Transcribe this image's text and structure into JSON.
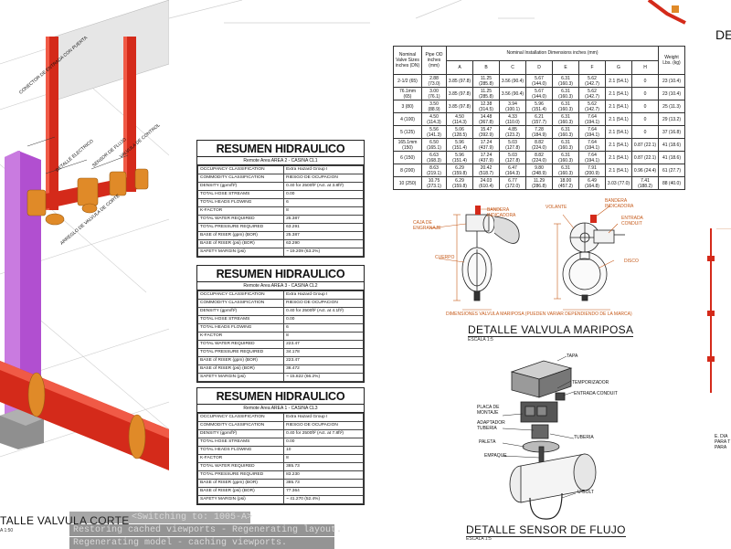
{
  "window_title": "DE",
  "left_view": {
    "heading": "TALLE VALVULA CORTE",
    "scale": "A 1:50",
    "annotations": [
      "CONECTOR DE ENTRADA CON PUERTA",
      "DETALLE ELECTRICO",
      "SENSOR DE FLUJO",
      "VALVULA DE CONTROL",
      "ARREGLO DE VALVULA DE CORTE"
    ]
  },
  "summaries": [
    {
      "title": "RESUMEN HIDRAULICO",
      "subtitle": "Remote Area AREA 2 - CASINA CL1",
      "rows": [
        [
          "OCCUPANCY CLASSIFICATION",
          "Extra Hazard Group I"
        ],
        [
          "COMMODITY CLASSIFICATION",
          "RIESGO DE OCUPACION"
        ],
        [
          "DENSITY (gpm/ft²)",
          "0.40 for 2500ft² (Act. at 3.8ft²)"
        ],
        [
          "TOTAL HOSE STREAMS",
          "0.00"
        ],
        [
          "TOTAL HEADS FLOWING",
          "6"
        ],
        [
          "K-FACTOR",
          "8"
        ],
        [
          "TOTAL WATER REQUIRED",
          "25.387"
        ],
        [
          "TOTAL PRESSURE REQUIRED",
          "63.291"
        ],
        [
          "BASE of RISER (gpm) (BOR)",
          "25.387"
        ],
        [
          "BASE of RISER (psi) (BOR)",
          "63.290"
        ],
        [
          "SAFETY MARGIN (psi)",
          "~ 19.209 (63.2%)"
        ]
      ]
    },
    {
      "title": "RESUMEN HIDRAULICO",
      "subtitle": "Remote Area AREA 3 - CASINA CL2",
      "rows": [
        [
          "OCCUPANCY CLASSIFICATION",
          "Extra Hazard Group I"
        ],
        [
          "COMMODITY CLASSIFICATION",
          "RIESGO DE OCUPACION"
        ],
        [
          "DENSITY (gpm/ft²)",
          "0.40 for 2500ft² (Act. at 4.1ft²)"
        ],
        [
          "TOTAL HOSE STREAMS",
          "0.00"
        ],
        [
          "TOTAL HEADS FLOWING",
          "6"
        ],
        [
          "K-FACTOR",
          "8"
        ],
        [
          "TOTAL WATER REQUIRED",
          "223.47"
        ],
        [
          "TOTAL PRESSURE REQUIRED",
          "34.178"
        ],
        [
          "BASE of RISER (gpm) (BOR)",
          "223.47"
        ],
        [
          "BASE of RISER (psi) (BOR)",
          "36.472"
        ],
        [
          "SAFETY MARGIN (psi)",
          "~ 15.822 (66.2%)"
        ]
      ]
    },
    {
      "title": "RESUMEN HIDRAULICO",
      "subtitle": "Remote Area AREA 1 - CASINA CL3",
      "rows": [
        [
          "OCCUPANCY CLASSIFICATION",
          "Extra Hazard Group I"
        ],
        [
          "COMMODITY CLASSIFICATION",
          "RIESGO DE OCUPACION"
        ],
        [
          "DENSITY (gpm/ft²)",
          "0.40 for 2500ft² (Act. at 7.8ft²)"
        ],
        [
          "TOTAL HOSE STREAMS",
          "0.00"
        ],
        [
          "TOTAL HEADS FLOWING",
          "10"
        ],
        [
          "K-FACTOR",
          "8"
        ],
        [
          "TOTAL WATER REQUIRED",
          "385.73"
        ],
        [
          "TOTAL PRESSURE REQUIRED",
          "83.230"
        ],
        [
          "BASE of RISER (gpm) (BOR)",
          "385.73"
        ],
        [
          "BASE of RISER (psi) (BOR)",
          "77.364"
        ],
        [
          "SAFETY MARGIN (psi)",
          "~ 41.270 (52.4%)"
        ]
      ]
    }
  ],
  "dimension_table": {
    "caption": "Nominal Installation Dimensions inches (mm)",
    "col_size": "Nominal Valve Sizes inches (DN)",
    "col_od": "Pipe OD inches (mm)",
    "col_weight": "Weight Lbs. (kg)",
    "letters": [
      "A",
      "B",
      "C",
      "D",
      "E",
      "F",
      "G",
      "H"
    ],
    "rows": [
      [
        "2-1/2 (65)",
        "2.88 (73.0)",
        "3.85 (97.8)",
        "11.25 (285.8)",
        "3.56 (90.4)",
        "5.67 (144.0)",
        "6.31 (160.3)",
        "5.62 (142.7)",
        "2.1 (54.1)",
        "0",
        "23 (10.4)"
      ],
      [
        "76.1mm (65)",
        "3.00 (76.1)",
        "3.85 (97.8)",
        "11.25 (285.8)",
        "3.56 (90.4)",
        "5.67 (144.0)",
        "6.31 (160.3)",
        "5.62 (142.7)",
        "2.1 (54.1)",
        "0",
        "23 (10.4)"
      ],
      [
        "3 (80)",
        "3.50 (88.9)",
        "3.85 (97.8)",
        "12.38 (314.5)",
        "3.94 (100.1)",
        "5.96 (151.4)",
        "6.31 (160.3)",
        "5.62 (142.7)",
        "2.1 (54.1)",
        "0",
        "25 (11.3)"
      ],
      [
        "4 (100)",
        "4.50 (114.3)",
        "4.50 (114.3)",
        "14.48 (367.8)",
        "4.33 (110.0)",
        "6.21 (157.7)",
        "6.31 (160.3)",
        "7.64 (194.1)",
        "2.1 (54.1)",
        "0",
        "29 (13.2)"
      ],
      [
        "5 (125)",
        "5.56 (141.3)",
        "5.06 (128.5)",
        "15.47 (392.9)",
        "4.85 (123.2)",
        "7.28 (184.9)",
        "6.31 (160.3)",
        "7.64 (194.1)",
        "2.1 (54.1)",
        "0",
        "37 (16.8)"
      ],
      [
        "165.1mm (150)",
        "6.50 (165.1)",
        "5.96 (151.4)",
        "17.24 (437.9)",
        "5.03 (127.8)",
        "8.82 (224.0)",
        "6.31 (160.3)",
        "7.64 (194.1)",
        "2.1 (54.1)",
        "0.87 (22.1)",
        "41 (18.6)"
      ],
      [
        "6 (150)",
        "6.63 (168.3)",
        "5.96 (151.4)",
        "17.24 (437.9)",
        "5.03 (127.8)",
        "8.82 (224.0)",
        "6.31 (160.3)",
        "7.64 (194.1)",
        "2.1 (54.1)",
        "0.87 (22.1)",
        "41 (18.6)"
      ],
      [
        "8 (200)",
        "8.63 (219.1)",
        "6.29 (159.8)",
        "20.42 (518.7)",
        "6.47 (164.3)",
        "9.80 (248.9)",
        "6.31 (160.3)",
        "7.91 (200.9)",
        "2.1 (54.1)",
        "0.96 (24.4)",
        "61 (27.7)"
      ],
      [
        "10 (250)",
        "10.75 (273.1)",
        "6.29 (159.8)",
        "24.03 (610.4)",
        "6.77 (172.0)",
        "11.29 (286.8)",
        "18.00 (457.2)",
        "6.49 (164.8)",
        "3.03 (77.0)",
        "7.41 (188.2)",
        "88 (40.0)"
      ]
    ]
  },
  "butterfly_detail": {
    "heading": "DETALLE VALVULA MARIPOSA",
    "scale": "ESCALA 1:5",
    "labels": {
      "caja": "CAJA DE ENGRANAJE",
      "bandera": "BANDERA INDICADORA",
      "cuerpo": "CUERPO",
      "volante": "VOLANTE",
      "bandera2": "BANDERA INDICADORA",
      "entrada": "ENTRADA CONDUIT",
      "disco": "DISCO"
    },
    "note": "DIMENSIONES VALVULA MARIPOSA (PUEDEN VARIAR DEPENDIENDO DE LA MARCA)"
  },
  "flow_detail": {
    "heading": "DETALLE SENSOR DE FLUJO",
    "scale": "ESCALA 1:5",
    "labels": {
      "tapa": "TAPA",
      "temporizador": "TEMPORIZADOR",
      "entrada": "ENTRADA CONDUIT",
      "placa": "PLACA DE MONTAJE",
      "adaptador": "ADAPTADOR TUBERIA",
      "tuberia": "TUBERIA",
      "paleta": "PALETA",
      "empaque": "EMPAQUE",
      "uso": "U-BOLT"
    }
  },
  "right_edge": {
    "note": "E. DIA PARA T PARA"
  },
  "console": {
    "lines": [
      "<Switching to: 1005-A>",
      "Restoring cached viewports - Regenerating layout.",
      "Regenerating model - caching viewports."
    ]
  },
  "colors": {
    "pipe_red": "#d42a1a",
    "riser_purple": "#b14fd0",
    "fitting_orange": "#e08a28",
    "dim_orange": "#c65a1a"
  }
}
